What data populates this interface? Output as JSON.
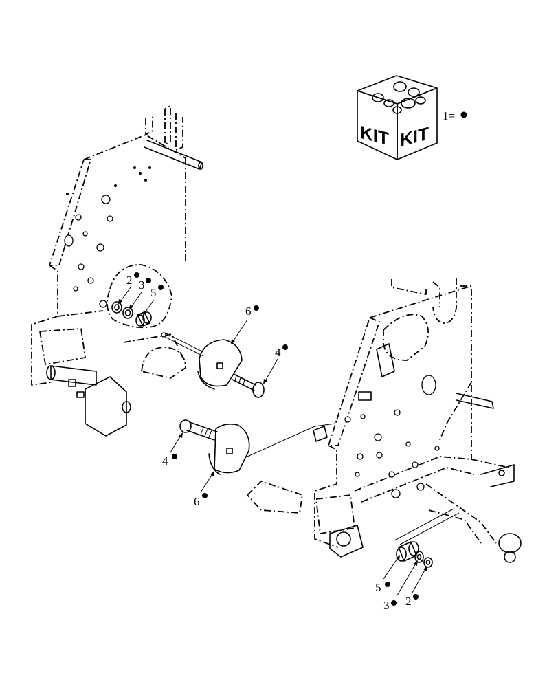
{
  "kit_legend": {
    "box_label_left": "KIT",
    "box_label_right": "KIT",
    "equation_text": "1="
  },
  "callouts": [
    {
      "id": "left-2",
      "number": "2"
    },
    {
      "id": "left-3",
      "number": "3"
    },
    {
      "id": "left-5",
      "number": "5"
    },
    {
      "id": "left-6",
      "number": "6"
    },
    {
      "id": "left-4",
      "number": "4"
    },
    {
      "id": "mid-4",
      "number": "4"
    },
    {
      "id": "mid-6",
      "number": "6"
    },
    {
      "id": "right-5",
      "number": "5"
    },
    {
      "id": "right-3",
      "number": "3"
    },
    {
      "id": "right-2",
      "number": "2"
    }
  ]
}
